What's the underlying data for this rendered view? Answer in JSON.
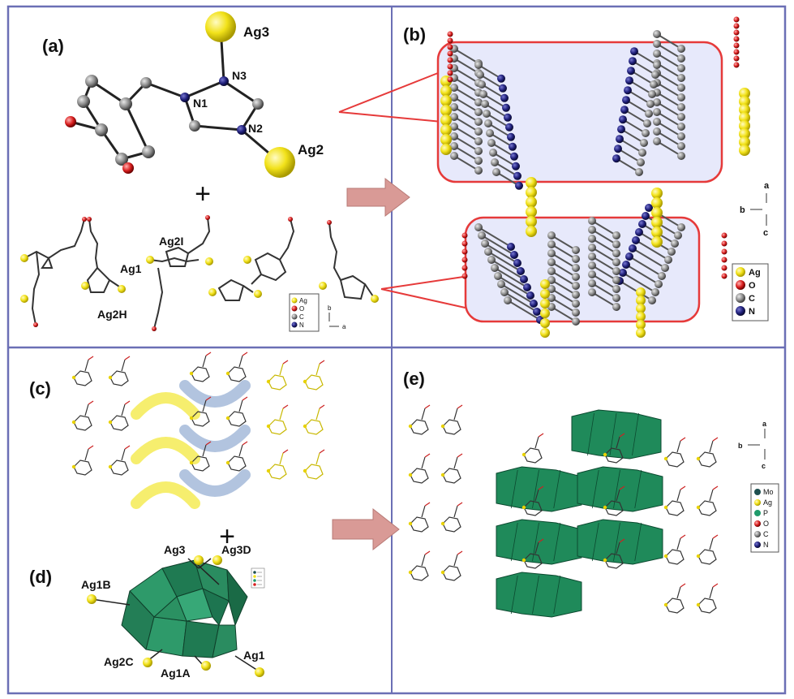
{
  "panels": {
    "a": "(a)",
    "b": "(b)",
    "c": "(c)",
    "d": "(d)",
    "e": "(e)"
  },
  "atom_labels": {
    "ag3": "Ag3",
    "n3": "N3",
    "n1": "N1",
    "n2": "N2",
    "ag2": "Ag2",
    "ag2i": "Ag2I",
    "ag1": "Ag1",
    "ag2h": "Ag2H",
    "d_ag3": "Ag3",
    "d_ag3d": "Ag3D",
    "d_ag1b": "Ag1B",
    "d_ag2c": "Ag2C",
    "d_ag1a": "Ag1A",
    "d_ag1": "Ag1"
  },
  "plus": "+",
  "legend_a": [
    "Ag",
    "O",
    "C",
    "N"
  ],
  "legend_b": [
    "Ag",
    "O",
    "C",
    "N"
  ],
  "legend_e": [
    "Mo",
    "Ag",
    "P",
    "O",
    "C",
    "N"
  ],
  "axes_b": {
    "a": "a",
    "b": "b",
    "c": "c"
  },
  "axes_a": {
    "b": "b",
    "a": "a"
  },
  "axes_e": {
    "a": "a",
    "b": "b",
    "c": "c"
  },
  "colors": {
    "frame": "#6b6fb5",
    "ag": "#f2e21a",
    "o": "#d81e1e",
    "c": "#8a8a8a",
    "n": "#1f1f7a",
    "mo": "#1e4f4f",
    "p": "#1f9a6a",
    "poly": "#1f8a5a",
    "arrow": "#d99a96",
    "callout": "#e63a3a",
    "callout_fill": "#e7e9fb",
    "chain_yellow": "#f5ea4a",
    "chain_blue": "#9fb6d8"
  }
}
